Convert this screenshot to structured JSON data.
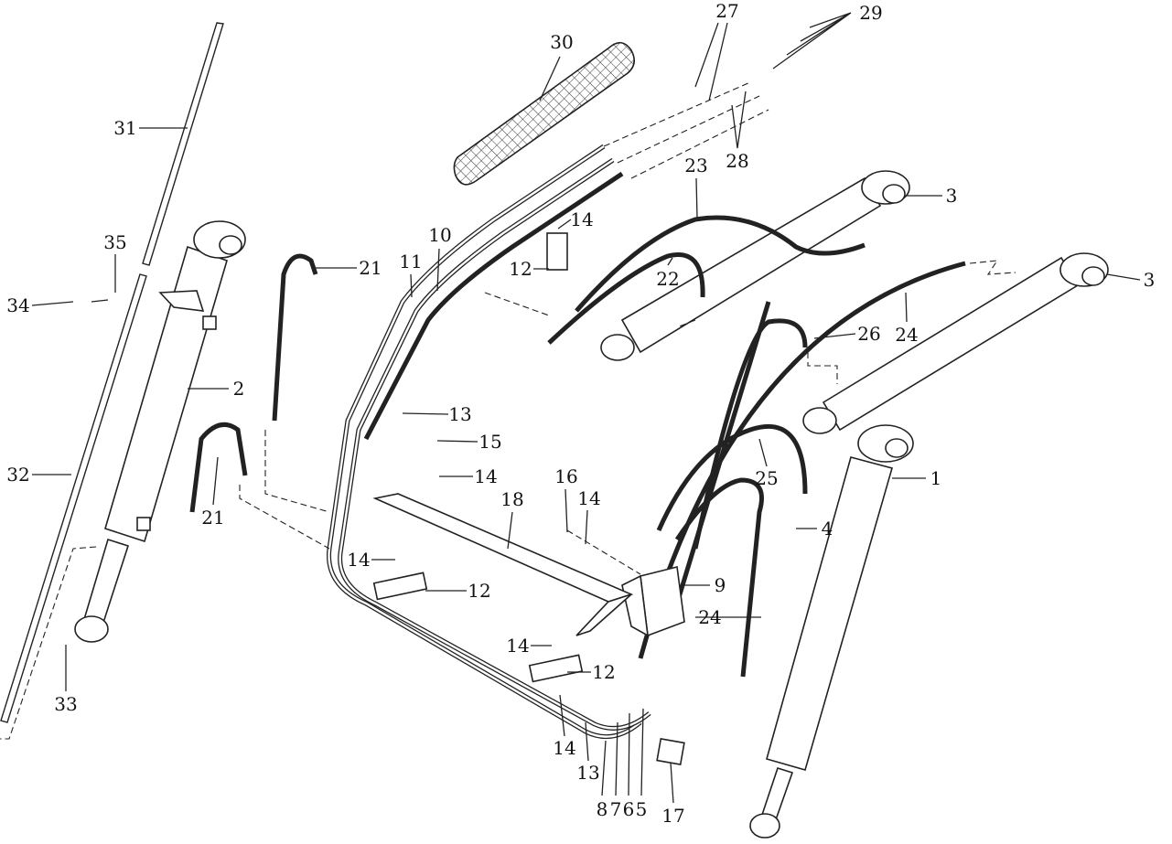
{
  "diagram": {
    "type": "exploded-parts-diagram",
    "callouts": [
      {
        "id": "c27",
        "text": "27"
      },
      {
        "id": "c29",
        "text": "29"
      },
      {
        "id": "c30",
        "text": "30"
      },
      {
        "id": "c28",
        "text": "28"
      },
      {
        "id": "c23",
        "text": "23"
      },
      {
        "id": "c3a",
        "text": "3"
      },
      {
        "id": "c3b",
        "text": "3"
      },
      {
        "id": "c31",
        "text": "31"
      },
      {
        "id": "c35",
        "text": "35"
      },
      {
        "id": "c10",
        "text": "10"
      },
      {
        "id": "c11",
        "text": "11"
      },
      {
        "id": "c14a",
        "text": "14"
      },
      {
        "id": "c12a",
        "text": "12"
      },
      {
        "id": "c21a",
        "text": "21"
      },
      {
        "id": "c22",
        "text": "22"
      },
      {
        "id": "c24a",
        "text": "24"
      },
      {
        "id": "c26",
        "text": "26"
      },
      {
        "id": "c34",
        "text": "34"
      },
      {
        "id": "c2",
        "text": "2"
      },
      {
        "id": "c13a",
        "text": "13"
      },
      {
        "id": "c15",
        "text": "15"
      },
      {
        "id": "c25",
        "text": "25"
      },
      {
        "id": "c1",
        "text": "1"
      },
      {
        "id": "c32",
        "text": "32"
      },
      {
        "id": "c14b",
        "text": "14"
      },
      {
        "id": "c16",
        "text": "16"
      },
      {
        "id": "c14c",
        "text": "14"
      },
      {
        "id": "c18",
        "text": "18"
      },
      {
        "id": "c21b",
        "text": "21"
      },
      {
        "id": "c4",
        "text": "4"
      },
      {
        "id": "c14d",
        "text": "14"
      },
      {
        "id": "c12b",
        "text": "12"
      },
      {
        "id": "c9",
        "text": "9"
      },
      {
        "id": "c24b",
        "text": "24"
      },
      {
        "id": "c14e",
        "text": "14"
      },
      {
        "id": "c12c",
        "text": "12"
      },
      {
        "id": "c33",
        "text": "33"
      },
      {
        "id": "c14f",
        "text": "14"
      },
      {
        "id": "c13b",
        "text": "13"
      },
      {
        "id": "c8",
        "text": "8"
      },
      {
        "id": "c7",
        "text": "7"
      },
      {
        "id": "c6",
        "text": "6"
      },
      {
        "id": "c5",
        "text": "5"
      },
      {
        "id": "c17",
        "text": "17"
      }
    ]
  }
}
